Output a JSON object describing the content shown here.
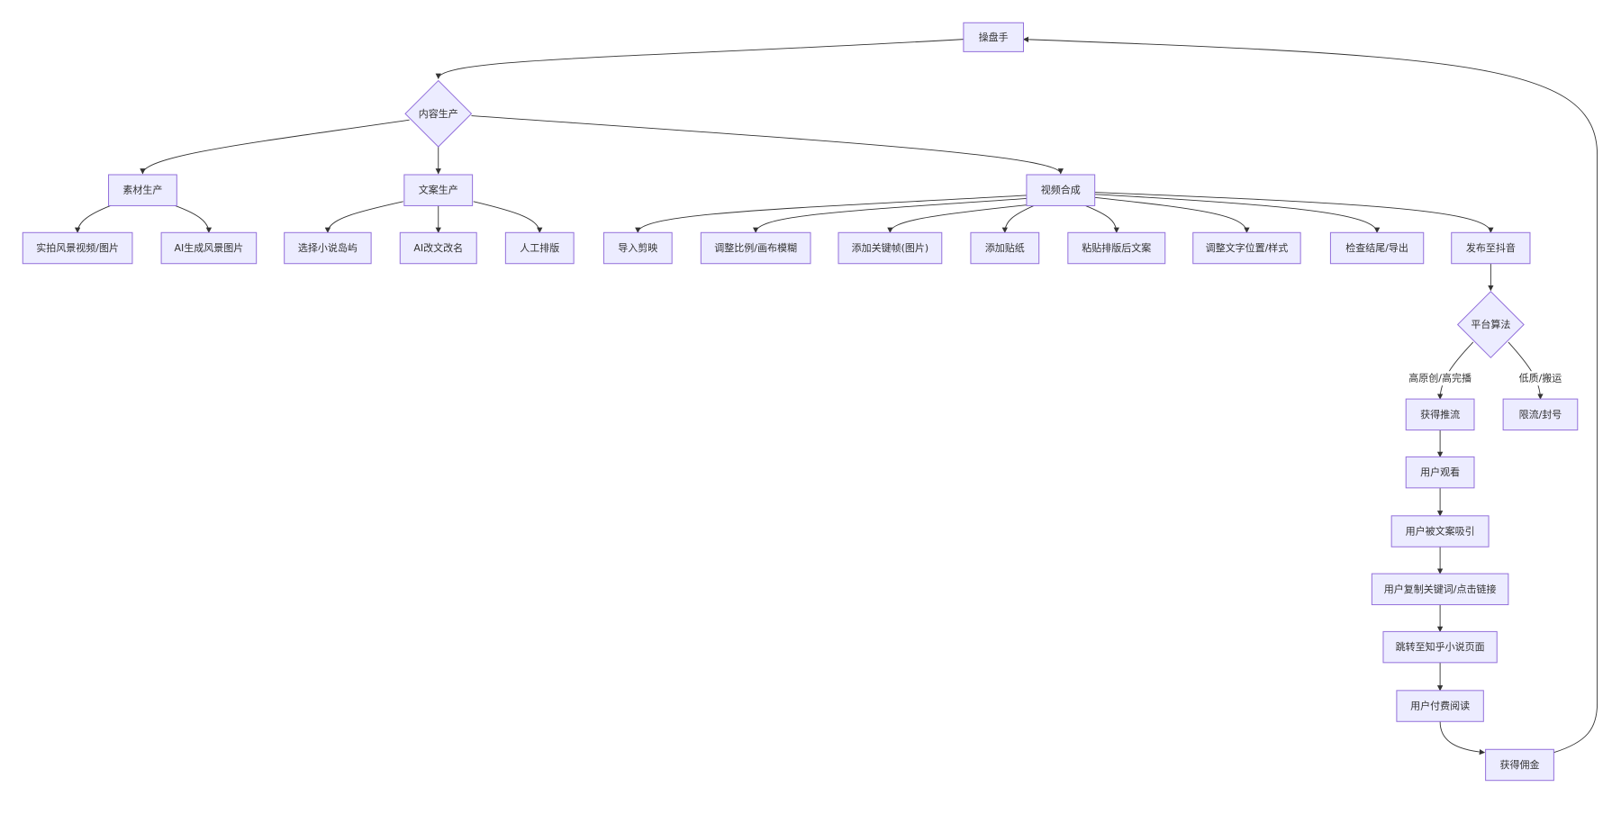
{
  "diagram": {
    "colors": {
      "node_fill": "#ECECFF",
      "node_stroke": "#9370DB",
      "edge": "#333333",
      "text": "#333333"
    },
    "nodes": [
      {
        "id": "root",
        "shape": "rect",
        "text": "操盘手"
      },
      {
        "id": "content",
        "shape": "diamond",
        "text": "内容生产"
      },
      {
        "id": "material",
        "shape": "rect",
        "text": "素材生产"
      },
      {
        "id": "copy",
        "shape": "rect",
        "text": "文案生产"
      },
      {
        "id": "video",
        "shape": "rect",
        "text": "视频合成"
      },
      {
        "id": "m1",
        "shape": "rect",
        "text": "实拍风景视频/图片"
      },
      {
        "id": "m2",
        "shape": "rect",
        "text": "AI生成风景图片"
      },
      {
        "id": "c1",
        "shape": "rect",
        "text": "选择小说岛屿"
      },
      {
        "id": "c2",
        "shape": "rect",
        "text": "AI改文改名"
      },
      {
        "id": "c3",
        "shape": "rect",
        "text": "人工排版"
      },
      {
        "id": "v1",
        "shape": "rect",
        "text": "导入剪映"
      },
      {
        "id": "v2",
        "shape": "rect",
        "text": "调整比例/画布模糊"
      },
      {
        "id": "v3",
        "shape": "rect",
        "text": "添加关键帧(图片)"
      },
      {
        "id": "v4",
        "shape": "rect",
        "text": "添加贴纸"
      },
      {
        "id": "v5",
        "shape": "rect",
        "text": "粘贴排版后文案"
      },
      {
        "id": "v6",
        "shape": "rect",
        "text": "调整文字位置/样式"
      },
      {
        "id": "v7",
        "shape": "rect",
        "text": "检查结尾/导出"
      },
      {
        "id": "v8",
        "shape": "rect",
        "text": "发布至抖音"
      },
      {
        "id": "algo",
        "shape": "diamond",
        "text": "平台算法"
      },
      {
        "id": "push",
        "shape": "rect",
        "text": "获得推流"
      },
      {
        "id": "limit",
        "shape": "rect",
        "text": "限流/封号"
      },
      {
        "id": "watch",
        "shape": "rect",
        "text": "用户观看"
      },
      {
        "id": "attract",
        "shape": "rect",
        "text": "用户被文案吸引"
      },
      {
        "id": "clickl",
        "shape": "rect",
        "text": "用户复制关键词/点击链接"
      },
      {
        "id": "jump",
        "shape": "rect",
        "text": "跳转至知乎小说页面"
      },
      {
        "id": "pay",
        "shape": "rect",
        "text": "用户付费阅读"
      },
      {
        "id": "comm",
        "shape": "rect",
        "text": "获得佣金"
      }
    ],
    "edges": [
      {
        "from": "root",
        "to": "content"
      },
      {
        "from": "content",
        "to": "material"
      },
      {
        "from": "content",
        "to": "copy"
      },
      {
        "from": "content",
        "to": "video"
      },
      {
        "from": "material",
        "to": "m1"
      },
      {
        "from": "material",
        "to": "m2"
      },
      {
        "from": "copy",
        "to": "c1"
      },
      {
        "from": "copy",
        "to": "c2"
      },
      {
        "from": "copy",
        "to": "c3"
      },
      {
        "from": "video",
        "to": "v1"
      },
      {
        "from": "video",
        "to": "v2"
      },
      {
        "from": "video",
        "to": "v3"
      },
      {
        "from": "video",
        "to": "v4"
      },
      {
        "from": "video",
        "to": "v5"
      },
      {
        "from": "video",
        "to": "v6"
      },
      {
        "from": "video",
        "to": "v7"
      },
      {
        "from": "video",
        "to": "v8"
      },
      {
        "from": "v8",
        "to": "algo"
      },
      {
        "from": "algo",
        "to": "push",
        "label": "高原创/高完播"
      },
      {
        "from": "algo",
        "to": "limit",
        "label": "低质/搬运"
      },
      {
        "from": "push",
        "to": "watch"
      },
      {
        "from": "watch",
        "to": "attract"
      },
      {
        "from": "attract",
        "to": "clickl"
      },
      {
        "from": "clickl",
        "to": "jump"
      },
      {
        "from": "jump",
        "to": "pay"
      },
      {
        "from": "pay",
        "to": "comm"
      },
      {
        "from": "comm",
        "to": "root"
      }
    ]
  }
}
